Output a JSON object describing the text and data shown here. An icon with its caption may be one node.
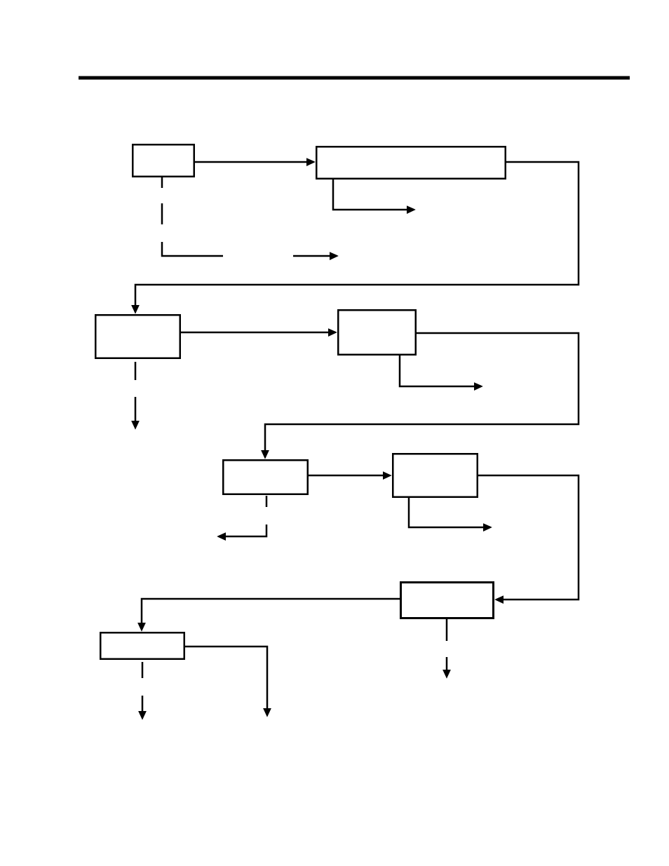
{
  "diagram": {
    "nodes": [
      {
        "text": [],
        "shape": "box"
      },
      {
        "text": [],
        "shape": "box"
      },
      {
        "text": [],
        "shape": "box"
      },
      {
        "text": [],
        "shape": "box"
      },
      {
        "text": [],
        "shape": "box"
      },
      {
        "text": [],
        "shape": "box"
      },
      {
        "text": [],
        "shape": "box"
      },
      {
        "text": [],
        "shape": "box"
      }
    ],
    "edges": [
      {
        "from": 0,
        "to": 1,
        "arrow": "to"
      },
      {
        "from": 0,
        "to": null,
        "arrow": "to",
        "style": "dashed"
      },
      {
        "from": 1,
        "to": null,
        "arrow": "to"
      },
      {
        "from": 1,
        "to": 2,
        "arrow": "to"
      },
      {
        "from": 2,
        "to": 3,
        "arrow": "to"
      },
      {
        "from": 2,
        "to": null,
        "arrow": "to",
        "style": "dashed"
      },
      {
        "from": 3,
        "to": 4,
        "arrow": "to"
      },
      {
        "from": 3,
        "to": null,
        "arrow": "to"
      },
      {
        "from": 4,
        "to": 5,
        "arrow": "to"
      },
      {
        "from": 4,
        "to": null,
        "arrow": "to",
        "style": "dashed"
      },
      {
        "from": 5,
        "to": 6,
        "arrow": "to"
      },
      {
        "from": 5,
        "to": null,
        "arrow": "to"
      },
      {
        "from": 6,
        "to": 7,
        "arrow": "to"
      },
      {
        "from": 6,
        "to": null,
        "arrow": "to",
        "style": "dashed"
      },
      {
        "from": 7,
        "to": null,
        "arrow": "to",
        "style": "dashed"
      },
      {
        "from": 7,
        "to": null,
        "arrow": "to"
      }
    ]
  }
}
